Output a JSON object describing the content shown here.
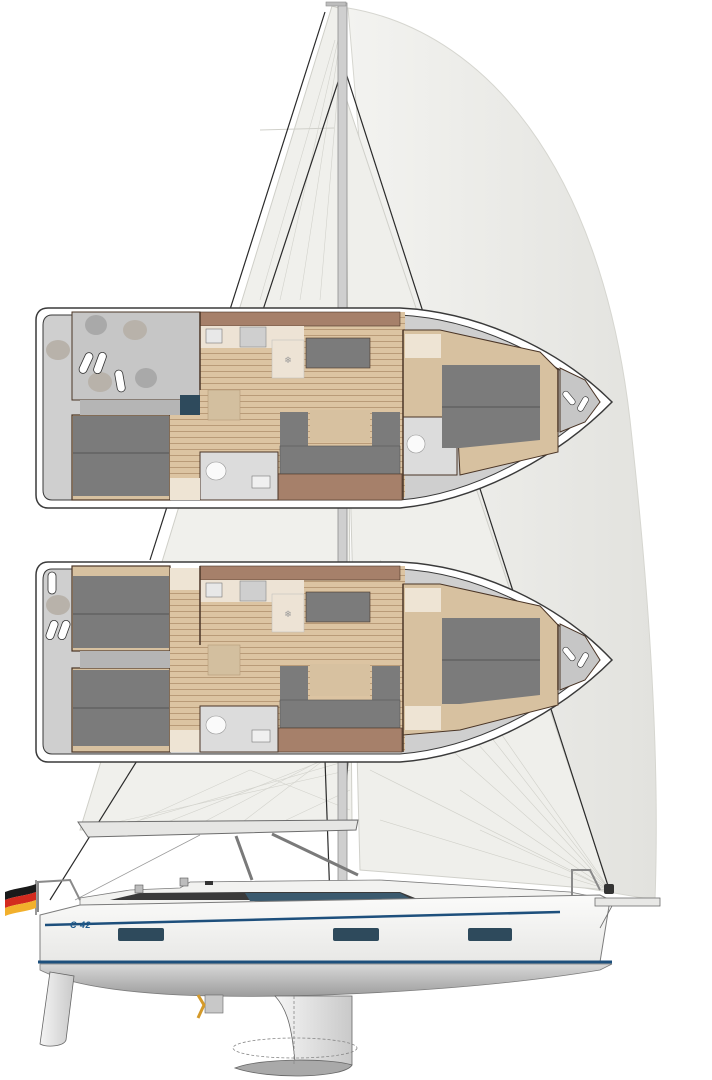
{
  "diagram": {
    "type": "sailboat-profile-and-layouts",
    "hull_label": "C 42",
    "flag": {
      "country": "germany",
      "stripes": [
        "#1a1a1a",
        "#d32a1e",
        "#f2b02c"
      ]
    },
    "layouts": [
      {
        "name": "layout-2-cabin",
        "aft_left": "storage-locker",
        "aft_right": "aft-cabin",
        "heads": 2,
        "cabins": 2
      },
      {
        "name": "layout-3-cabin",
        "aft_left": "aft-cabin-port",
        "aft_right": "aft-cabin-starboard",
        "heads": 2,
        "cabins": 3
      }
    ],
    "colors": {
      "hull_white": "#f4f4f2",
      "stripe_blue": "#1d4f7c",
      "window": "#2e4a5c",
      "sail": "#eeeeea",
      "sail_line": "#c8c8c2",
      "mast": "#c9c9c9",
      "wood_floor": "#d8bf9c",
      "wood_dark": "#a6806a",
      "cushion": "#7b7b7b",
      "grey_area": "#cbcbcb",
      "outline": "#4a3526",
      "propeller": "#d49a2a"
    }
  }
}
